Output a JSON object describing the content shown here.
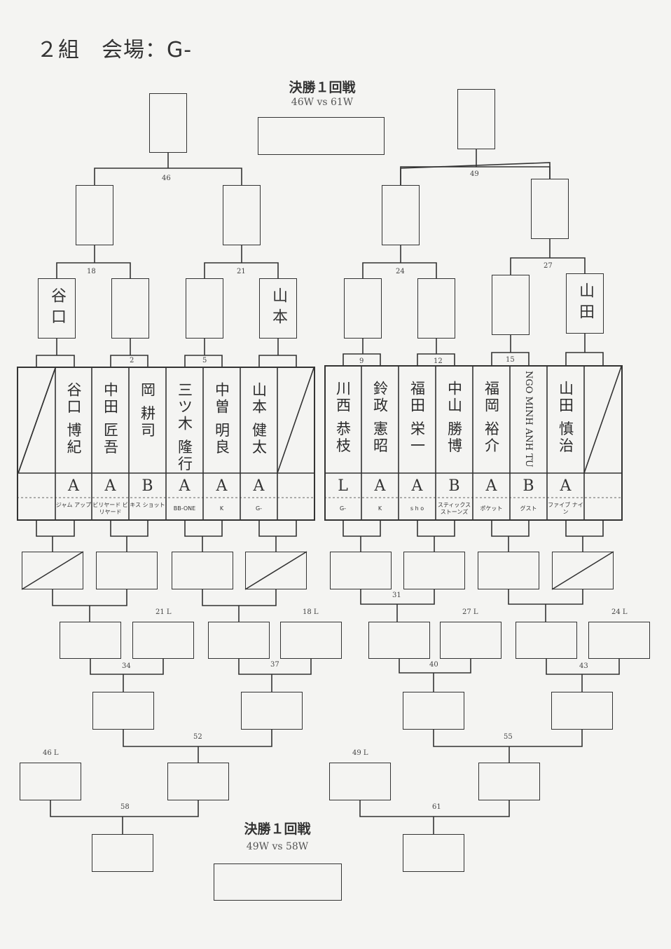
{
  "title": "２組　会場：G-",
  "final_top": {
    "heading": "決勝１回戦",
    "matchup": "46W vs 61W"
  },
  "final_bottom": {
    "heading": "決勝１回戦",
    "matchup": "49W vs 58W"
  },
  "seeds": {
    "s1": "谷口",
    "s2": "山本",
    "s3": "山田"
  },
  "players": [
    {
      "name": "谷口 博紀",
      "rank": "A",
      "club": "ジャム アップ"
    },
    {
      "name": "中田 匠吾",
      "rank": "A",
      "club": "ビリヤード ビリヤード"
    },
    {
      "name": "岡 耕司",
      "rank": "B",
      "club": "キス ショット"
    },
    {
      "name": "三ツ木 隆行",
      "rank": "A",
      "club": "BB-ONE"
    },
    {
      "name": "中曽 明良",
      "rank": "A",
      "club": "K"
    },
    {
      "name": "山本 健太",
      "rank": "A",
      "club": "G-"
    },
    {
      "name": "川西 恭枝",
      "rank": "L",
      "club": "G-"
    },
    {
      "name": "鈴政 憲昭",
      "rank": "A",
      "club": "K"
    },
    {
      "name": "福田 栄一",
      "rank": "A",
      "club": "s h o"
    },
    {
      "name": "中山 勝博",
      "rank": "B",
      "club": "スティックス ストーンズ"
    },
    {
      "name": "福岡 裕介",
      "rank": "A",
      "club": "ポケット"
    },
    {
      "name": "NGO MINH ANH TU",
      "rank": "B",
      "club": "グスト"
    },
    {
      "name": "山田 慎治",
      "rank": "A",
      "club": "ファイブ ナイン"
    }
  ],
  "match_numbers": {
    "m46": "46",
    "m49": "49",
    "m18": "18",
    "m21": "21",
    "m24": "24",
    "m27": "27",
    "m2": "2",
    "m5": "5",
    "m9": "9",
    "m12": "12",
    "m15": "15",
    "m31": "31",
    "l21": "21 L",
    "l18": "18 L",
    "l27": "27 L",
    "l24": "24 L",
    "m34": "34",
    "m37": "37",
    "m40": "40",
    "m43": "43",
    "m52": "52",
    "m55": "55",
    "l46": "46 L",
    "l49": "49 L",
    "m58": "58",
    "m61": "61"
  },
  "colors": {
    "ink": "#333333",
    "paper": "#f4f4f2"
  }
}
